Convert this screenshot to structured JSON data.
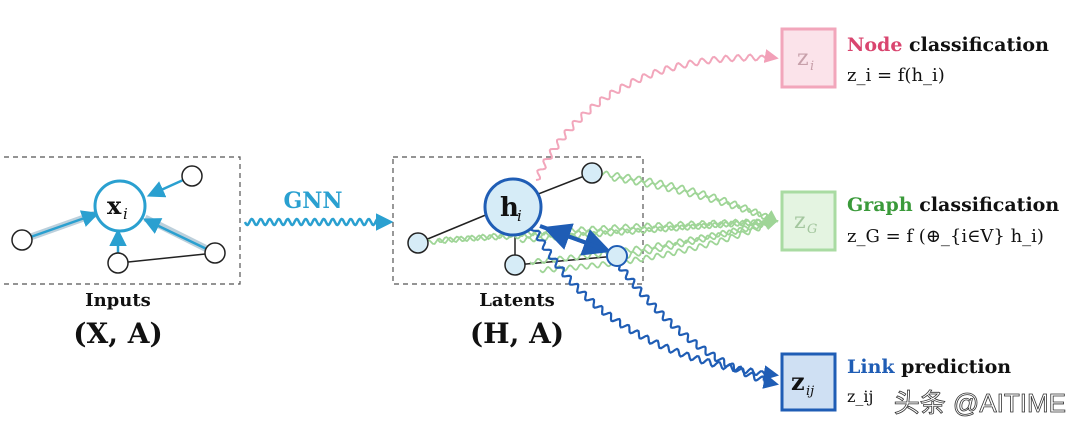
{
  "colors": {
    "node_blue": "#2aa0d0",
    "node_fill": "#d6ecf7",
    "node_red": "#d9456f",
    "node_red_box": "#f2b8c6",
    "graph_green": "#3a9a3a",
    "graph_green_box": "#a9dba2",
    "link_blue": "#1f5db5",
    "link_box_fill": "#cfe0f3",
    "gnn_blue": "#2aa0d0"
  },
  "inputs": {
    "node_label": "x",
    "node_sub": "i",
    "caption": "Inputs",
    "tuple": "(X, A)"
  },
  "gnn_label": "GNN",
  "latents": {
    "node_label": "h",
    "node_sub": "i",
    "caption": "Latents",
    "tuple": "(H, A)"
  },
  "outputs": {
    "node": {
      "box_label": "z",
      "box_sub": "i",
      "title_colored": "Node",
      "title_rest": " classification",
      "formula": "z_i = f(h_i)"
    },
    "graph": {
      "box_label": "z",
      "box_sub": "G",
      "title_colored": "Graph",
      "title_rest": " classification",
      "formula": "z_G = f (⊕_{i∈V} h_i)"
    },
    "link": {
      "box_label": "z",
      "box_sub": "ij",
      "title_colored": "Link",
      "title_rest": " prediction",
      "formula": "z_ij"
    }
  },
  "watermark": "头条 @AITIME"
}
